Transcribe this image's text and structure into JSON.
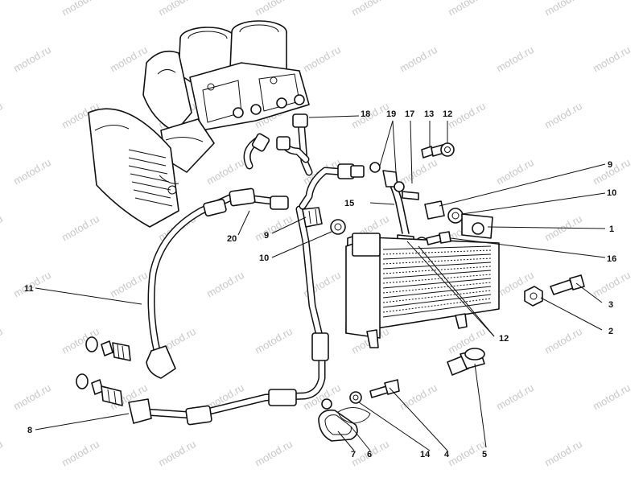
{
  "watermark": "motod.ru",
  "callouts": [
    {
      "id": "18",
      "text": "18"
    },
    {
      "id": "19",
      "text": "19"
    },
    {
      "id": "17",
      "text": "17"
    },
    {
      "id": "13",
      "text": "13"
    },
    {
      "id": "12a",
      "text": "12"
    },
    {
      "id": "9a",
      "text": "9"
    },
    {
      "id": "10a",
      "text": "10"
    },
    {
      "id": "15",
      "text": "15"
    },
    {
      "id": "1",
      "text": "1"
    },
    {
      "id": "16",
      "text": "16"
    },
    {
      "id": "20",
      "text": "20"
    },
    {
      "id": "9b",
      "text": "9"
    },
    {
      "id": "10b",
      "text": "10"
    },
    {
      "id": "11",
      "text": "11"
    },
    {
      "id": "3",
      "text": "3"
    },
    {
      "id": "2",
      "text": "2"
    },
    {
      "id": "12b",
      "text": "12"
    },
    {
      "id": "8",
      "text": "8"
    },
    {
      "id": "5",
      "text": "5"
    },
    {
      "id": "7",
      "text": "7"
    },
    {
      "id": "6",
      "text": "6"
    },
    {
      "id": "14",
      "text": "14"
    },
    {
      "id": "4",
      "text": "4"
    }
  ]
}
